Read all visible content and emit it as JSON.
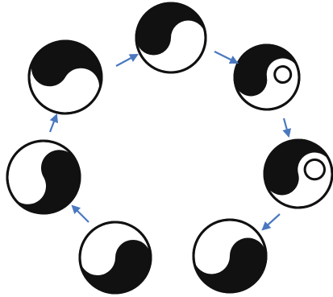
{
  "colors": {
    "background": "#ffffff",
    "ink": "#111111",
    "arrow": "#4a78c0"
  },
  "symbols": [
    {
      "id": "top",
      "icon": "yin-yang-icon",
      "dot_scale": 1.0
    },
    {
      "id": "upper-right",
      "icon": "yin-yang-icon",
      "dot_scale": 1.25
    },
    {
      "id": "right",
      "icon": "yin-yang-icon",
      "dot_scale": 1.45
    },
    {
      "id": "lower-right",
      "icon": "yin-yang-icon",
      "dot_scale": 0.65
    },
    {
      "id": "lower-left",
      "icon": "yin-yang-icon",
      "dot_scale": 0.5
    },
    {
      "id": "left",
      "icon": "yin-yang-icon",
      "dot_scale": 0.6
    },
    {
      "id": "upper-left",
      "icon": "yin-yang-icon",
      "dot_scale": 0.95
    }
  ],
  "arrows": [
    {
      "from": "upper-left",
      "to": "top"
    },
    {
      "from": "top",
      "to": "upper-right"
    },
    {
      "from": "upper-right",
      "to": "right"
    },
    {
      "from": "right",
      "to": "lower-right"
    },
    {
      "from": "lower-left",
      "to": "left"
    },
    {
      "from": "left",
      "to": "upper-left"
    }
  ]
}
